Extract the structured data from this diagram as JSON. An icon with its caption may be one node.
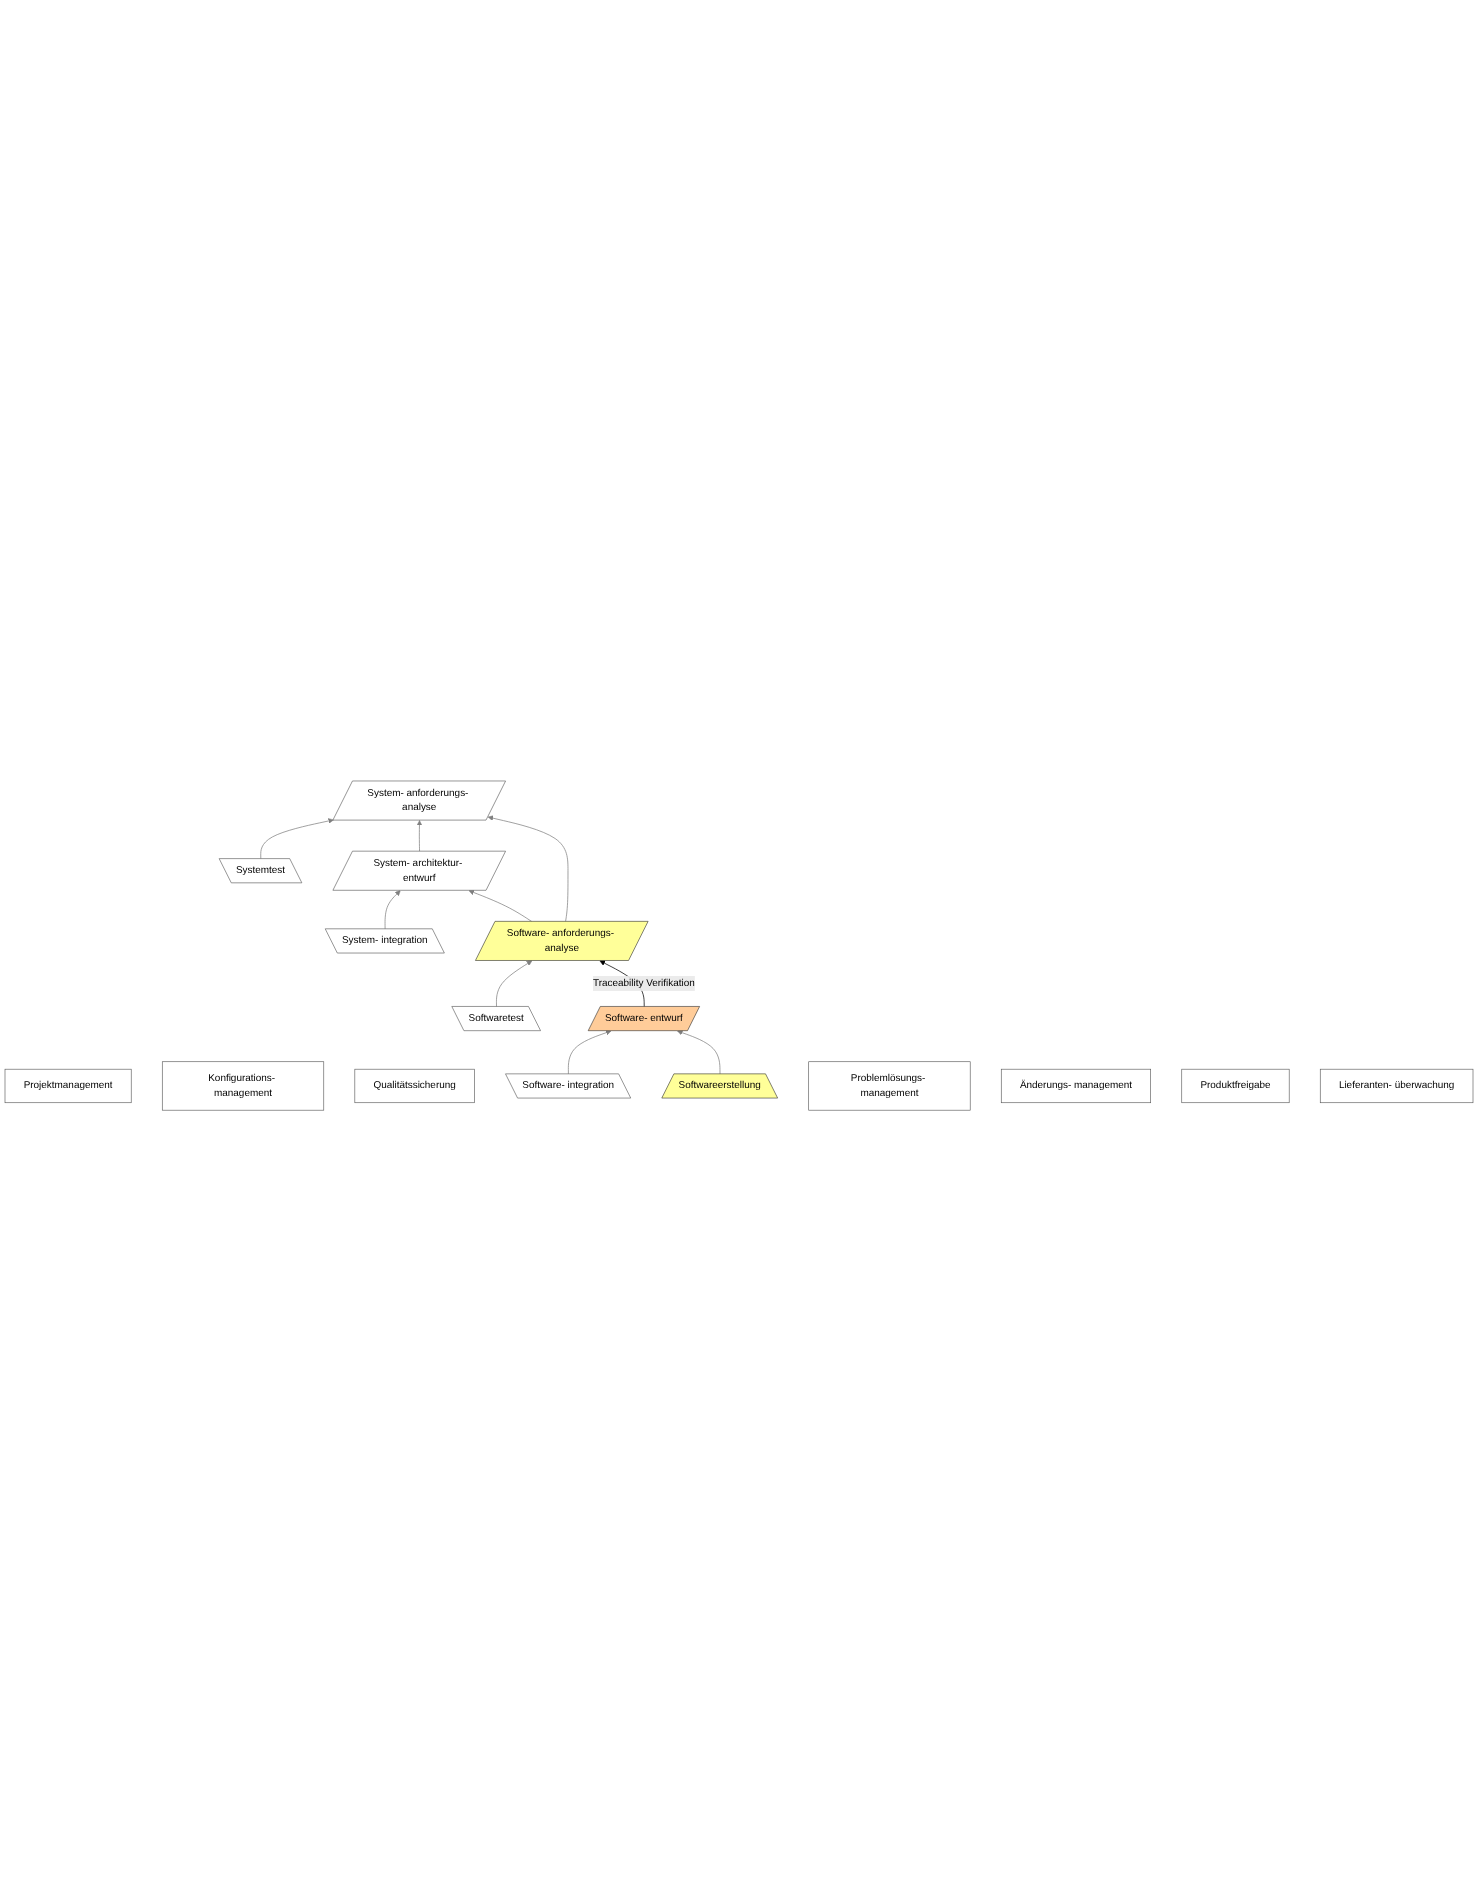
{
  "diagram": {
    "nodes": [
      {
        "text": [
          "Projektmanagement"
        ]
      },
      {
        "text": [
          "Konfigurations- management"
        ]
      },
      {
        "text": [
          "Qualitätssicherung"
        ]
      },
      {
        "text": [
          "System- anforderungs- analyse"
        ]
      },
      {
        "text": [
          "System- architektur- entwurf"
        ]
      },
      {
        "text": [
          "Software- anforderungs- analyse"
        ]
      },
      {
        "text": [
          "Software- entwurf"
        ]
      },
      {
        "text": [
          "Softwareerstellung"
        ]
      },
      {
        "text": [
          "Systemtest"
        ]
      },
      {
        "text": [
          "System- integration"
        ]
      },
      {
        "text": [
          "Softwaretest"
        ]
      },
      {
        "text": [
          "Software- integration"
        ]
      },
      {
        "text": [
          "Problemlösungs- management"
        ]
      },
      {
        "text": [
          "Änderungs- management"
        ]
      },
      {
        "text": [
          "Produktfreigabe"
        ]
      },
      {
        "text": [
          "Lieferanten- überwachung"
        ]
      }
    ],
    "edges": [
      {
        "from": 8,
        "to": 3,
        "arrow": "to"
      },
      {
        "from": 9,
        "to": 4,
        "arrow": "to"
      },
      {
        "from": 10,
        "to": 5,
        "arrow": "to"
      },
      {
        "from": 11,
        "to": 6,
        "arrow": "to"
      },
      {
        "from": 4,
        "to": 3,
        "arrow": "to"
      },
      {
        "from": 5,
        "to": 3,
        "arrow": "to"
      },
      {
        "from": 5,
        "to": 4,
        "arrow": "to"
      },
      {
        "from": 6,
        "to": 5,
        "arrow": "to",
        "label": "Traceability Verifikation",
        "color": "#000000"
      },
      {
        "from": 7,
        "to": 6,
        "arrow": "to"
      }
    ]
  }
}
